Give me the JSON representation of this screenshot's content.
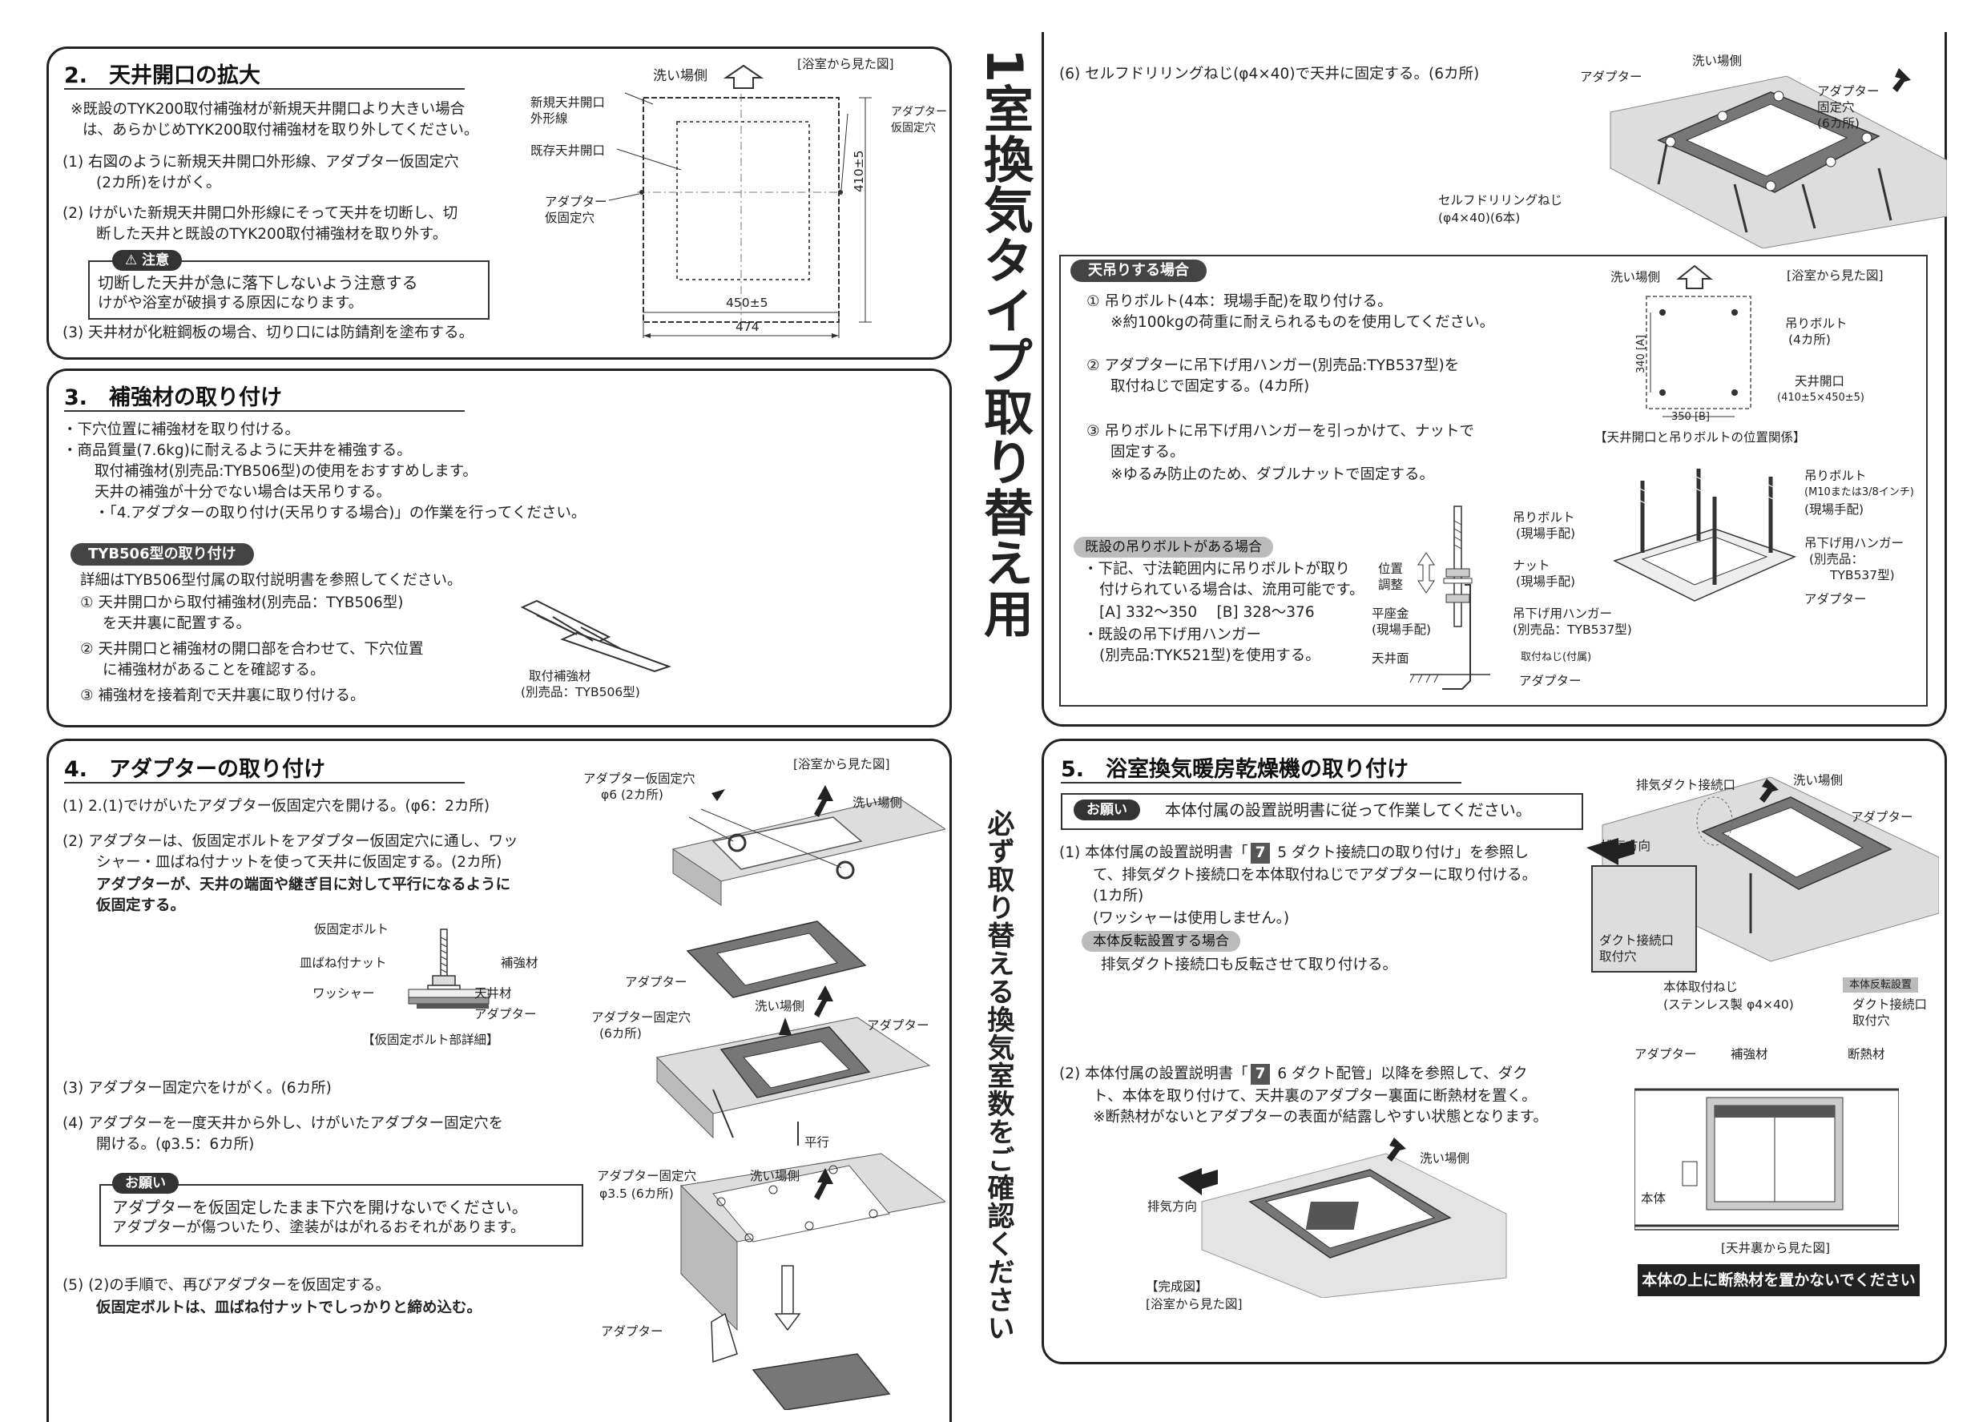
{
  "vertical_title": "1室換気タイプ取り替え用",
  "vertical_note": "必ず取り替える換気室数をご確認ください",
  "s2": {
    "title": "2.　天井開口の拡大",
    "note1": "※既設のTYK200取付補強材が新規天井開口より大きい場合",
    "note2": "は、あらかじめTYK200取付補強材を取り外してください。",
    "step1a": "(1)  右図のように新規天井開口外形線、アダプター仮固定穴",
    "step1b": "(2カ所)をけがく。",
    "step2a": "(2)  けがいた新規天井開口外形線にそって天井を切断し、切",
    "step2b": "断した天井と既設のTYK200取付補強材を取り外す。",
    "caution_tag": "⚠ 注意",
    "caution_line1": "切断した天井が急に落下しないよう注意する",
    "caution_line2": "けがや浴室が破損する原因になります。",
    "step3": "(3)  天井材が化粧鋼板の場合、切り口には防錆剤を塗布する。",
    "fig": {
      "wash_side": "洗い場側",
      "bath_view": "[浴室から見た図]",
      "new_outline_1": "新規天井開口",
      "new_outline_2": "外形線",
      "existing_opening": "既存天井開口",
      "adapter_hole_left_1": "アダプター",
      "adapter_hole_left_2": "仮固定穴",
      "adapter_hole_right_1": "アダプター",
      "adapter_hole_right_2": "仮固定穴",
      "dim_410": "410±5",
      "dim_450": "450±5",
      "dim_474": "474"
    }
  },
  "s3": {
    "title": "3.　補強材の取り付け",
    "l1": "・下穴位置に補強材を取り付ける。",
    "l2": "・商品質量(7.6kg)に耐えるように天井を補強する。",
    "l3": "取付補強材(別売品:TYB506型)の使用をおすすめします。",
    "l4": "天井の補強が十分でない場合は天吊りする。",
    "l5": "・「4.アダプターの取り付け(天吊りする場合)」の作業を行ってください。",
    "pill": "TYB506型の取り付け",
    "p1": "詳細はTYB506型付属の取付説明書を参照してください。",
    "p2": "① 天井開口から取付補強材(別売品：TYB506型)",
    "p3": "を天井裏に配置する。",
    "p4": "② 天井開口と補強材の開口部を合わせて、下穴位置",
    "p5": "に補強材があることを確認する。",
    "p6": "③ 補強材を接着剤で天井裏に取り付ける。",
    "fig_label1": "取付補強材",
    "fig_label2": "(別売品：TYB506型)"
  },
  "s4": {
    "title": "4.　アダプターの取り付け",
    "l1": "(1)  2.(1)でけがいたアダプター仮固定穴を開ける。(φ6：2カ所)",
    "l2": "(2)  アダプターは、仮固定ボルトをアダプター仮固定穴に通し、ワッ",
    "l3": "シャー・皿ばね付ナットを使って天井に仮固定する。(2カ所)",
    "l4": "アダプターが、天井の端面や継ぎ目に対して平行になるように",
    "l5": "仮固定する。",
    "detail_bolt": "仮固定ボルト",
    "detail_nut": "皿ばね付ナット",
    "detail_washer": "ワッシャー",
    "detail_reinf": "補強材",
    "detail_ceiling": "天井材",
    "detail_adapter": "アダプター",
    "detail_caption": "【仮固定ボルト部詳細】",
    "l6": "(3)  アダプター固定穴をけがく。(6カ所)",
    "l7": "(4)  アダプターを一度天井から外し、けがいたアダプター固定穴を",
    "l8": "開ける。(φ3.5：6カ所)",
    "request_tag": "お願い",
    "req1": "アダプターを仮固定したまま下穴を開けないでください。",
    "req2": "アダプターが傷ついたり、塗装がはがれるおそれがあります。",
    "l9": "(5)  (2)の手順で、再びアダプターを仮固定する。",
    "l10": "仮固定ボルトは、皿ばね付ナットでしっかりと締め込む。",
    "fig_bath_view": "[浴室から見た図]",
    "fig_hole_1": "アダプター仮固定穴",
    "fig_hole_2": "φ6 (2カ所)",
    "fig_wash1": "洗い場側",
    "fig_adapter1": "アダプター",
    "fig_fix_1": "アダプター固定穴",
    "fig_fix_2": "(6カ所)",
    "fig_wash2": "洗い場側",
    "fig_adapter2": "アダプター",
    "fig_parallel": "平行",
    "fig_fix35_1": "アダプター固定穴",
    "fig_fix35_2": "φ3.5 (6カ所)",
    "fig_wash3": "洗い場側",
    "fig_adapter3": "アダプター"
  },
  "s6": {
    "line": "(6)  セルフドリリングねじ(φ4×40)で天井に固定する。(6カ所)",
    "fig_adapter": "アダプター",
    "fig_wash": "洗い場側",
    "fig_fix_1": "アダプター",
    "fig_fix_2": "固定穴",
    "fig_fix_3": "(6カ所)",
    "fig_screw_1": "セルフドリリングねじ",
    "fig_screw_2": "(φ4×40)(6本)"
  },
  "tenturi": {
    "pill": "天吊りする場合",
    "l1": "① 吊りボルト(4本：現場手配)を取り付ける。",
    "l2": "※約100kgの荷重に耐えられるものを使用してください。",
    "l3": "② アダプターに吊下げ用ハンガー(別売品:TYB537型)を",
    "l4": "取付ねじで固定する。(4カ所)",
    "l5": "③ 吊りボルトに吊下げ用ハンガーを引っかけて、ナットで",
    "l6": "固定する。",
    "l7": "※ゆるみ防止のため、ダブルナットで固定する。",
    "existing_pill": "既設の吊りボルトがある場合",
    "e1": "・下記、寸法範囲内に吊りボルトが取り",
    "e2": "付けられている場合は、流用可能です。",
    "e3": "[A] 332～350　  [B] 328～376",
    "e4": "・既設の吊下げ用ハンガー",
    "e5": "(別売品:TYK521型)を使用する。",
    "plan_wash": "洗い場側",
    "plan_bath_view": "[浴室から見た図]",
    "plan_bolt_1": "吊りボルト",
    "plan_bolt_2": "(4カ所)",
    "plan_opening_1": "天井開口",
    "plan_opening_2": "(410±5×450±5)",
    "plan_dim_a": "340 [A]",
    "plan_dim_b": "350 [B]",
    "plan_caption": "【天井開口と吊りボルトの位置関係】",
    "d_bolt_1": "吊りボルト",
    "d_bolt_2": "(現場手配)",
    "d_nut_1": "ナット",
    "d_nut_2": "(現場手配)",
    "d_pos_1": "位置",
    "d_pos_2": "調整",
    "d_washer_1": "平座金",
    "d_washer_2": "(現場手配)",
    "d_hanger_1": "吊下げ用ハンガー",
    "d_hanger_2": "(別売品：TYB537型)",
    "d_ceiling": "天井面",
    "d_screw": "取付ねじ(付属)",
    "d_adapter": "アダプター",
    "i_bolt_1": "吊りボルト",
    "i_bolt_2": "(M10または3/8インチ)",
    "i_bolt_3": "(現場手配)",
    "i_hanger_1": "吊下げ用ハンガー",
    "i_hanger_2": "(別売品：",
    "i_hanger_3": "TYB537型)",
    "i_adapter": "アダプター"
  },
  "s5": {
    "title": "5.　浴室換気暖房乾燥機の取り付け",
    "request_tag": "お願い",
    "request_text": "本体付属の設置説明書に従って作業してください。",
    "l1": "(1)  本体付属の設置説明書「",
    "l1_num": "7",
    "l1_rest": " 5 ダクト接続口の取り付け」を参照し",
    "l2": "て、排気ダクト接続口を本体取付ねじでアダプターに取り付ける。",
    "l3": "(1カ所)",
    "l4": "(ワッシャーは使用しません。)",
    "rev_pill": "本体反転設置する場合",
    "l5": "排気ダクト接続口も反転させて取り付ける。",
    "l6": "(2)  本体付属の設置説明書「",
    "l6_num": "7",
    "l6_rest": " 6 ダクト配管」以降を参照して、ダク",
    "l7": "ト、本体を取り付けて、天井裏のアダプター裏面に断熱材を置く。",
    "l8": "※断熱材がないとアダプターの表面が結露しやすい状態となります。",
    "f_duct": "排気ダクト接続口",
    "f_wash": "洗い場側",
    "f_adapter": "アダプター",
    "f_exhaust": "排気方向",
    "f_hole_1": "ダクト接続口",
    "f_hole_2": "取付穴",
    "f_screw_1": "本体取付ねじ",
    "f_screw_2": "(ステンレス製 φ4×40)",
    "f_rev_tag": "本体反転設置",
    "f_rev_1": "ダクト接続口",
    "f_rev_2": "取付穴",
    "c_wash": "洗い場側",
    "c_exhaust": "排気方向",
    "c_done": "【完成図】",
    "c_view": "[浴室から見た図]",
    "x_adapter": "アダプター",
    "x_reinf": "補強材",
    "x_insul": "断熱材",
    "x_body": "本体",
    "x_view": "[天井裏から見た図]",
    "x_warning": "本体の上に断熱材を置かないでください"
  }
}
